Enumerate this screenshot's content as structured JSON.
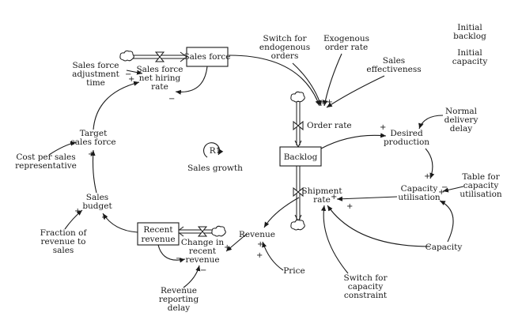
{
  "stocks": {
    "sales_force": "Sales force",
    "backlog": "Backlog",
    "recent_revenue": [
      "Recent",
      "revenue"
    ]
  },
  "variables": {
    "sales_force_adjustment_time": [
      "Sales force",
      "adjustment",
      "time"
    ],
    "sales_force_net_hiring_rate": [
      "Sales force",
      "net hiring",
      "rate"
    ],
    "switch_endogenous_orders": [
      "Switch for",
      "endogenous",
      "orders"
    ],
    "exogenous_order_rate": [
      "Exogenous",
      "order rate"
    ],
    "sales_effectiveness": [
      "Sales",
      "effectiveness"
    ],
    "initial_backlog": [
      "Initial",
      "backlog"
    ],
    "initial_capacity": [
      "Initial",
      "capacity"
    ],
    "order_rate": "Order rate",
    "desired_production": [
      "Desired",
      "production"
    ],
    "normal_delivery_delay": [
      "Normal",
      "delivery",
      "delay"
    ],
    "target_sales_force": [
      "Target",
      "sales force"
    ],
    "cost_per_sales_rep": [
      "Cost per sales",
      "representative"
    ],
    "sales_budget": [
      "Sales",
      "budget"
    ],
    "fraction_revenue_to_sales": [
      "Fraction of",
      "revenue to",
      "sales"
    ],
    "shipment_rate": [
      "Shipment",
      "rate"
    ],
    "capacity_utilisation": [
      "Capacity",
      "utilisation"
    ],
    "table_capacity_utilisation": [
      "Table for",
      "capacity",
      "utilisation"
    ],
    "revenue": "Revenue",
    "change_in_recent_revenue": [
      "Change in",
      "recent",
      "revenue"
    ],
    "price": "Price",
    "capacity": "Capacity",
    "revenue_reporting_delay": [
      "Revenue",
      "reporting",
      "delay"
    ],
    "switch_capacity_constraint": [
      "Switch for",
      "capacity",
      "constraint"
    ]
  },
  "loop": {
    "id": "R1",
    "name": "Sales growth"
  },
  "polarity": {
    "plus": "+",
    "minus": "−",
    "double_plus": "++"
  }
}
